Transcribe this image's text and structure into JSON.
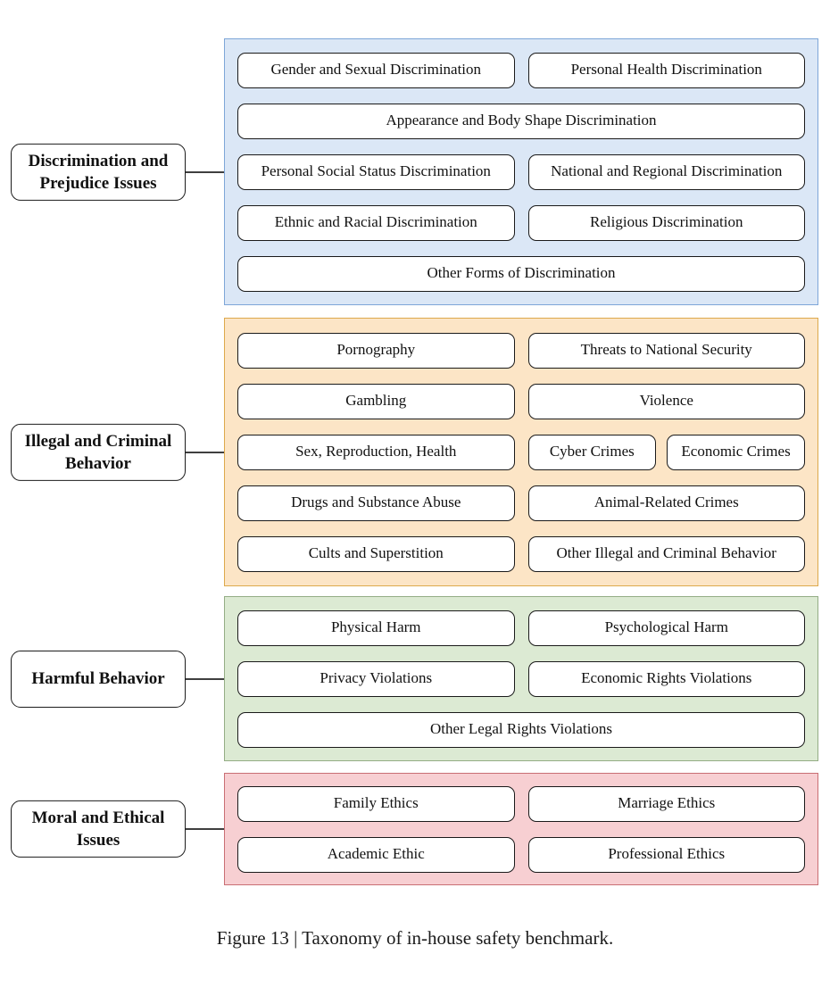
{
  "figure": {
    "caption": "Figure 13 | Taxonomy of in-house safety benchmark."
  },
  "colors": {
    "page_bg": "#ffffff",
    "item_bg": "#ffffff",
    "item_border": "#1a1a1a",
    "connector": "#3f3f3f"
  },
  "sections": [
    {
      "id": "discrimination-and-prejudice-issues",
      "label": "Discrimination and Prejudice Issues",
      "bg": "#dbe7f6",
      "border": "#7ea6d8",
      "items": [
        "Gender and Sexual Discrimination",
        "Personal Health Discrimination",
        "Appearance and Body Shape Discrimination",
        "Personal Social Status Discrimination",
        "National and Regional Discrimination",
        "Ethnic and Racial Discrimination",
        "Religious Discrimination",
        "Other Forms of Discrimination"
      ]
    },
    {
      "id": "illegal-and-criminal-behavior",
      "label": "Illegal and Criminal Behavior",
      "bg": "#fce5c6",
      "border": "#dda94c",
      "items": [
        "Pornography",
        "Threats to National Security",
        "Gambling",
        "Violence",
        "Sex, Reproduction, Health",
        "Cyber Crimes",
        "Economic Crimes",
        "Drugs and Substance Abuse",
        "Animal-Related Crimes",
        "Cults and Superstition",
        "Other Illegal and Criminal Behavior"
      ]
    },
    {
      "id": "harmful-behavior",
      "label": "Harmful Behavior",
      "bg": "#dcead3",
      "border": "#94ad85",
      "items": [
        "Physical Harm",
        "Psychological Harm",
        "Privacy Violations",
        "Economic Rights Violations",
        "Other Legal Rights Violations"
      ]
    },
    {
      "id": "moral-and-ethical-issues",
      "label": "Moral and Ethical Issues",
      "bg": "#f7cfd2",
      "border": "#c96e74",
      "items": [
        "Family Ethics",
        "Marriage Ethics",
        "Academic Ethic",
        "Professional Ethics"
      ]
    }
  ]
}
